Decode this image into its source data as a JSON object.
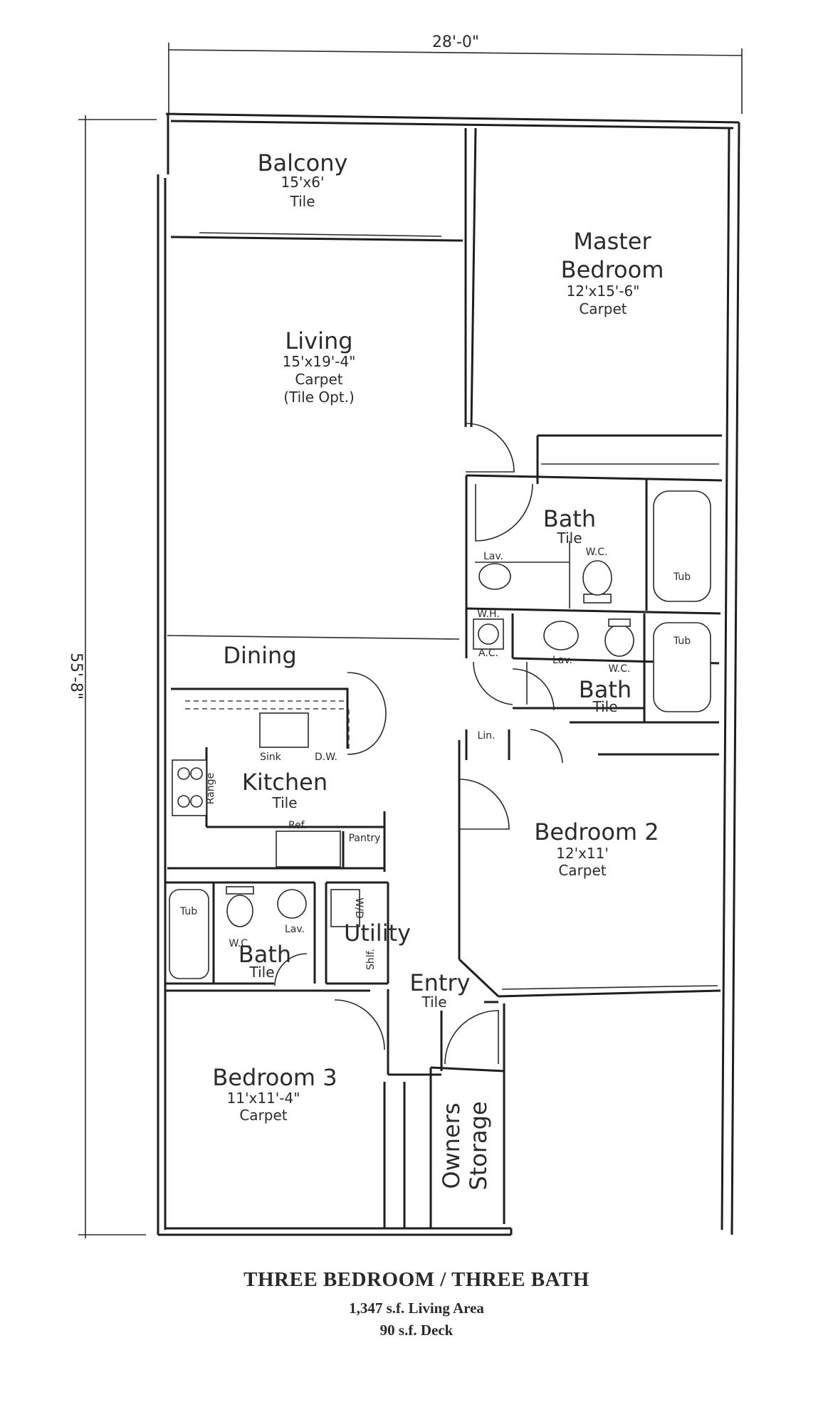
{
  "dimensions": {
    "width_label": "28'-0\"",
    "depth_label": "55'-8\""
  },
  "rooms": {
    "balcony": {
      "name": "Balcony",
      "size": "15'x6'",
      "floor": "Tile"
    },
    "master": {
      "name_line1": "Master",
      "name_line2": "Bedroom",
      "size": "12'x15'-6\"",
      "floor": "Carpet"
    },
    "living": {
      "name": "Living",
      "size": "15'x19'-4\"",
      "floor": "Carpet",
      "note": "(Tile Opt.)"
    },
    "master_bath": {
      "name": "Bath",
      "floor": "Tile",
      "lav": "Lav.",
      "wc": "W.C.",
      "tub": "Tub"
    },
    "mech": {
      "wh": "W.H.",
      "ac": "A.C."
    },
    "bath2": {
      "name": "Bath",
      "floor": "Tile",
      "lav": "Lav.",
      "wc": "W.C.",
      "tub": "Tub"
    },
    "dining": {
      "name": "Dining"
    },
    "kitchen": {
      "name": "Kitchen",
      "floor": "Tile",
      "sink": "Sink",
      "dw": "D.W.",
      "range": "Range",
      "ref": "Ref.",
      "pantry": "Pantry"
    },
    "linen": {
      "name": "Lin."
    },
    "bedroom2": {
      "name": "Bedroom 2",
      "size": "12'x11'",
      "floor": "Carpet"
    },
    "bath3": {
      "name": "Bath",
      "floor": "Tile",
      "tub": "Tub",
      "wc": "W.C.",
      "lav": "Lav."
    },
    "utility": {
      "name": "Utility",
      "wd": "W/D",
      "shelf": "Shlf."
    },
    "entry": {
      "name": "Entry",
      "floor": "Tile"
    },
    "bedroom3": {
      "name": "Bedroom 3",
      "size": "11'x11'-4\"",
      "floor": "Carpet"
    },
    "storage": {
      "line1": "Owners",
      "line2": "Storage"
    }
  },
  "caption": {
    "title": "THREE BEDROOM / THREE BATH",
    "living_area": "1,347 s.f. Living Area",
    "deck": "90 s.f. Deck"
  }
}
